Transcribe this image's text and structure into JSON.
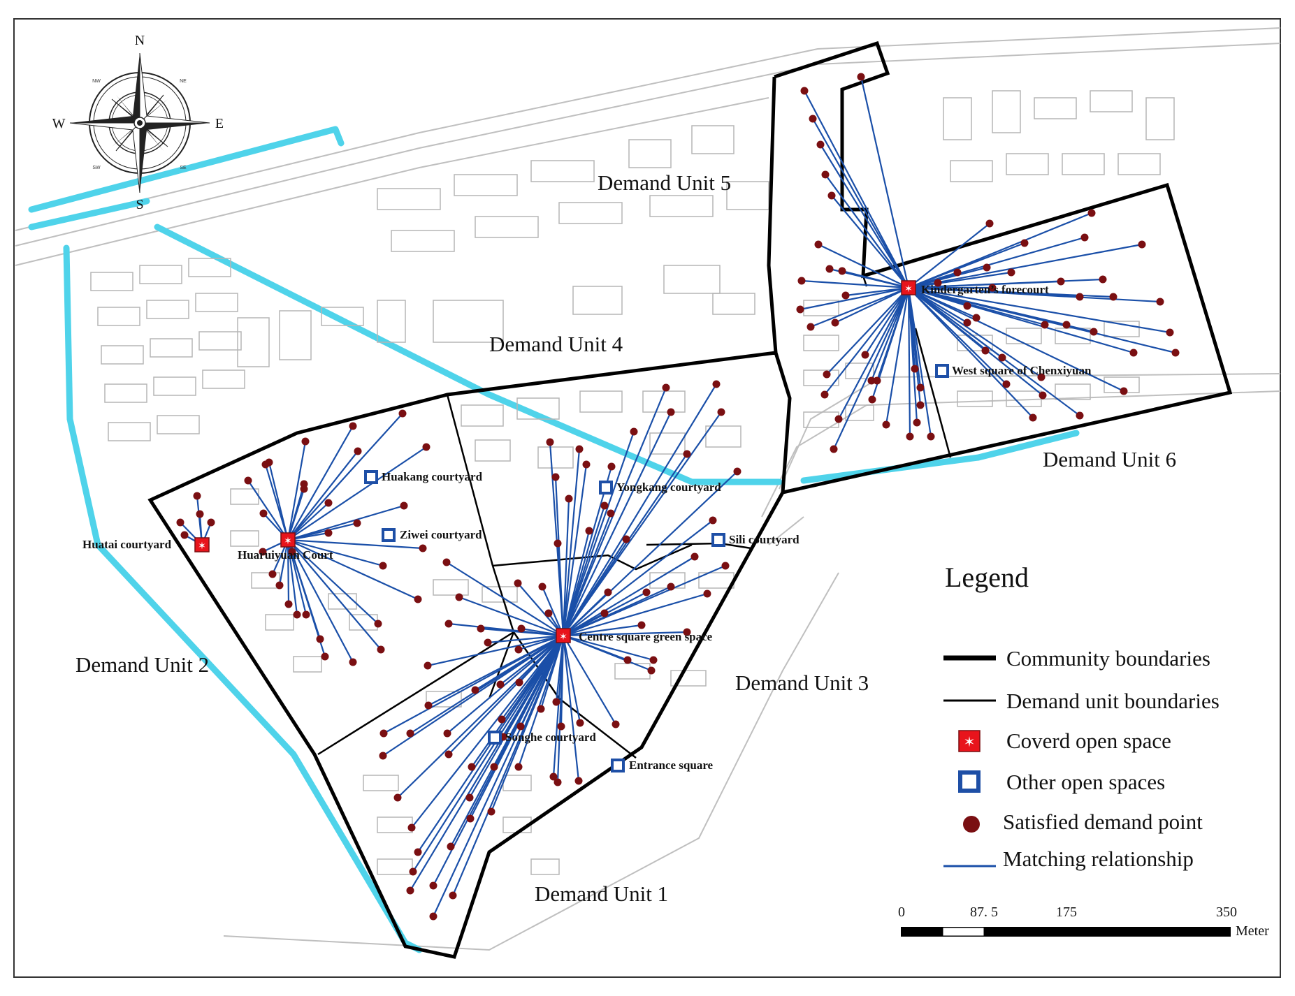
{
  "compass": {
    "north": "N",
    "south": "S",
    "east": "E",
    "west": "W",
    "ne": "NE",
    "nw": "NW",
    "se": "SE",
    "sw": "SW"
  },
  "demand_units": {
    "unit1": "Demand Unit 1",
    "unit2": "Demand Unit 2",
    "unit3": "Demand Unit 3",
    "unit4": "Demand Unit 4",
    "unit5": "Demand Unit 5",
    "unit6": "Demand Unit 6"
  },
  "covered_spaces": {
    "huatai": "Huatai courtyard",
    "huaruiyuan": "Huaruiyuan Court",
    "centre": "Centre square green space",
    "kindergarten": "Kindergarten’s forecourt"
  },
  "other_spaces": {
    "huakang": "Huakang courtyard",
    "ziwei": "Ziwei courtyard",
    "yongkang": "Yongkang courtyard",
    "sili": "Sili courtyard",
    "songhe": "Songhe courtyard",
    "entrance": "Entrance square",
    "west_square": "West square of Chenxiyuan"
  },
  "legend": {
    "title": "Legend",
    "community_boundaries": "Community boundaries",
    "demand_unit_boundaries": "Demand unit boundaries",
    "covered_open_space": "Coverd open space",
    "other_open_spaces": "Other open spaces",
    "satisfied_demand_point": "Satisfied demand point",
    "matching_relationship": "Matching relationship"
  },
  "scale": {
    "t0": "0",
    "t1": "87. 5",
    "t2": "175",
    "t3": "350",
    "unit": "Meter"
  },
  "colors": {
    "water": "#4fd3ea",
    "boundary": "#000000",
    "matching_line": "#1a4fa8",
    "demand_point": "#7a0f12",
    "covered_space": "#e8141c",
    "other_space": "#1e4fa6",
    "building_outline": "#b5b5b5"
  }
}
